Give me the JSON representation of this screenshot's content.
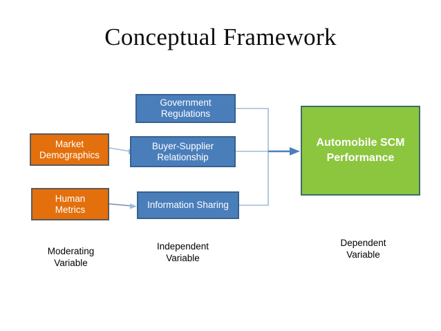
{
  "diagram": {
    "title": "Conceptual Framework",
    "nodes": {
      "government_regulations": {
        "label": "Government\nRegulations",
        "color": "#4a7ebb",
        "border": "#36618e",
        "text_color": "#ffffff"
      },
      "buyer_supplier_relationship": {
        "label": "Buyer-Supplier\nRelationship",
        "color": "#4a7ebb",
        "border": "#36618e",
        "text_color": "#ffffff"
      },
      "information_sharing": {
        "label": "Information Sharing",
        "color": "#4a7ebb",
        "border": "#36618e",
        "text_color": "#ffffff"
      },
      "market_demographics": {
        "label": "Market\nDemographics",
        "color": "#e3700d",
        "border": "#5a5a5a",
        "text_color": "#ffffff"
      },
      "human_metrics": {
        "label": "Human\nMetrics",
        "color": "#e3700d",
        "border": "#5a5a5a",
        "text_color": "#ffffff"
      },
      "automobile_scm_performance": {
        "label": "Automobile SCM\nPerformance",
        "color": "#8cc63e",
        "border": "#3d6b6b",
        "text_color": "#ffffff"
      }
    },
    "captions": {
      "moderating": "Moderating\nVariable",
      "independent": "Independent\nVariable",
      "dependent": "Dependent\nVariable"
    },
    "connector_color": "#9dbbd8",
    "arrow_color": "#4a7ebb"
  }
}
